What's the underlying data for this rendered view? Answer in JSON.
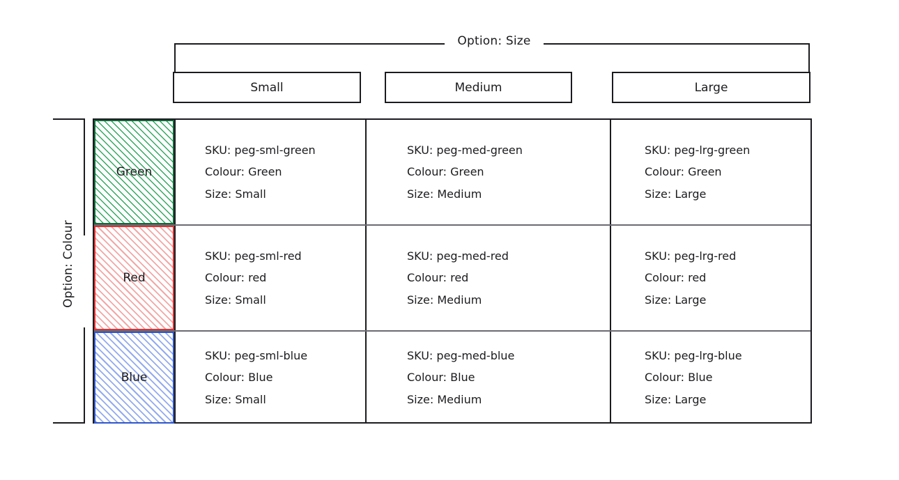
{
  "diagram": {
    "size_axis": {
      "bracket_label": "Option: Size",
      "headers": [
        {
          "label": "Small"
        },
        {
          "label": "Medium"
        },
        {
          "label": "Large"
        }
      ]
    },
    "colour_axis": {
      "bracket_label": "Option: Colour",
      "swatches": [
        {
          "label": "Green",
          "border_color": "#12683a",
          "hatch_color": "#2fa85f"
        },
        {
          "label": "Red",
          "border_color": "#e03131",
          "hatch_color": "#f3a6a6"
        },
        {
          "label": "Blue",
          "border_color": "#2f56c7",
          "hatch_color": "#92aaf0"
        }
      ]
    },
    "rows": [
      {
        "swatch_label": "Green",
        "cells": [
          {
            "sku": "SKU: peg-sml-green",
            "colour": "Colour: Green",
            "size": "Size: Small"
          },
          {
            "sku": "SKU: peg-med-green",
            "colour": "Colour: Green",
            "size": "Size: Medium"
          },
          {
            "sku": "SKU: peg-lrg-green",
            "colour": "Colour: Green",
            "size": "Size: Large"
          }
        ]
      },
      {
        "swatch_label": "Red",
        "cells": [
          {
            "sku": "SKU: peg-sml-red",
            "colour": "Colour: red",
            "size": "Size: Small"
          },
          {
            "sku": "SKU: peg-med-red",
            "colour": "Colour: red",
            "size": "Size: Medium"
          },
          {
            "sku": "SKU: peg-lrg-red",
            "colour": "Colour: red",
            "size": "Size: Large"
          }
        ]
      },
      {
        "swatch_label": "Blue",
        "cells": [
          {
            "sku": "SKU: peg-sml-blue",
            "colour": "Colour: Blue",
            "size": "Size: Small"
          },
          {
            "sku": "SKU: peg-med-blue",
            "colour": "Colour: Blue",
            "size": "Size: Medium"
          },
          {
            "sku": "SKU: peg-lrg-blue",
            "colour": "Colour: Blue",
            "size": "Size: Large"
          }
        ]
      }
    ]
  }
}
